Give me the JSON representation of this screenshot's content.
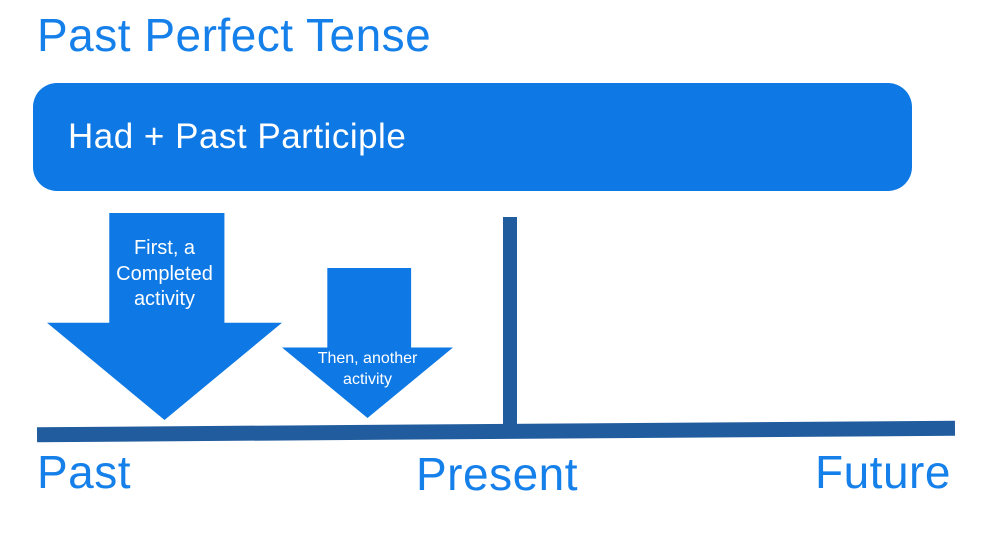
{
  "title": "Past Perfect Tense",
  "banner": {
    "text": "Had + Past Participle"
  },
  "arrows": {
    "first": {
      "label": "First, a\nCompleted\nactivity"
    },
    "second": {
      "label": "Then, another\nactivity"
    }
  },
  "timeline": {
    "past": "Past",
    "present": "Present",
    "future": "Future"
  },
  "colors": {
    "accent": "#0e78e4",
    "bar": "#215c9e",
    "heading": "#1680ea",
    "text_light": "#ffffff"
  }
}
